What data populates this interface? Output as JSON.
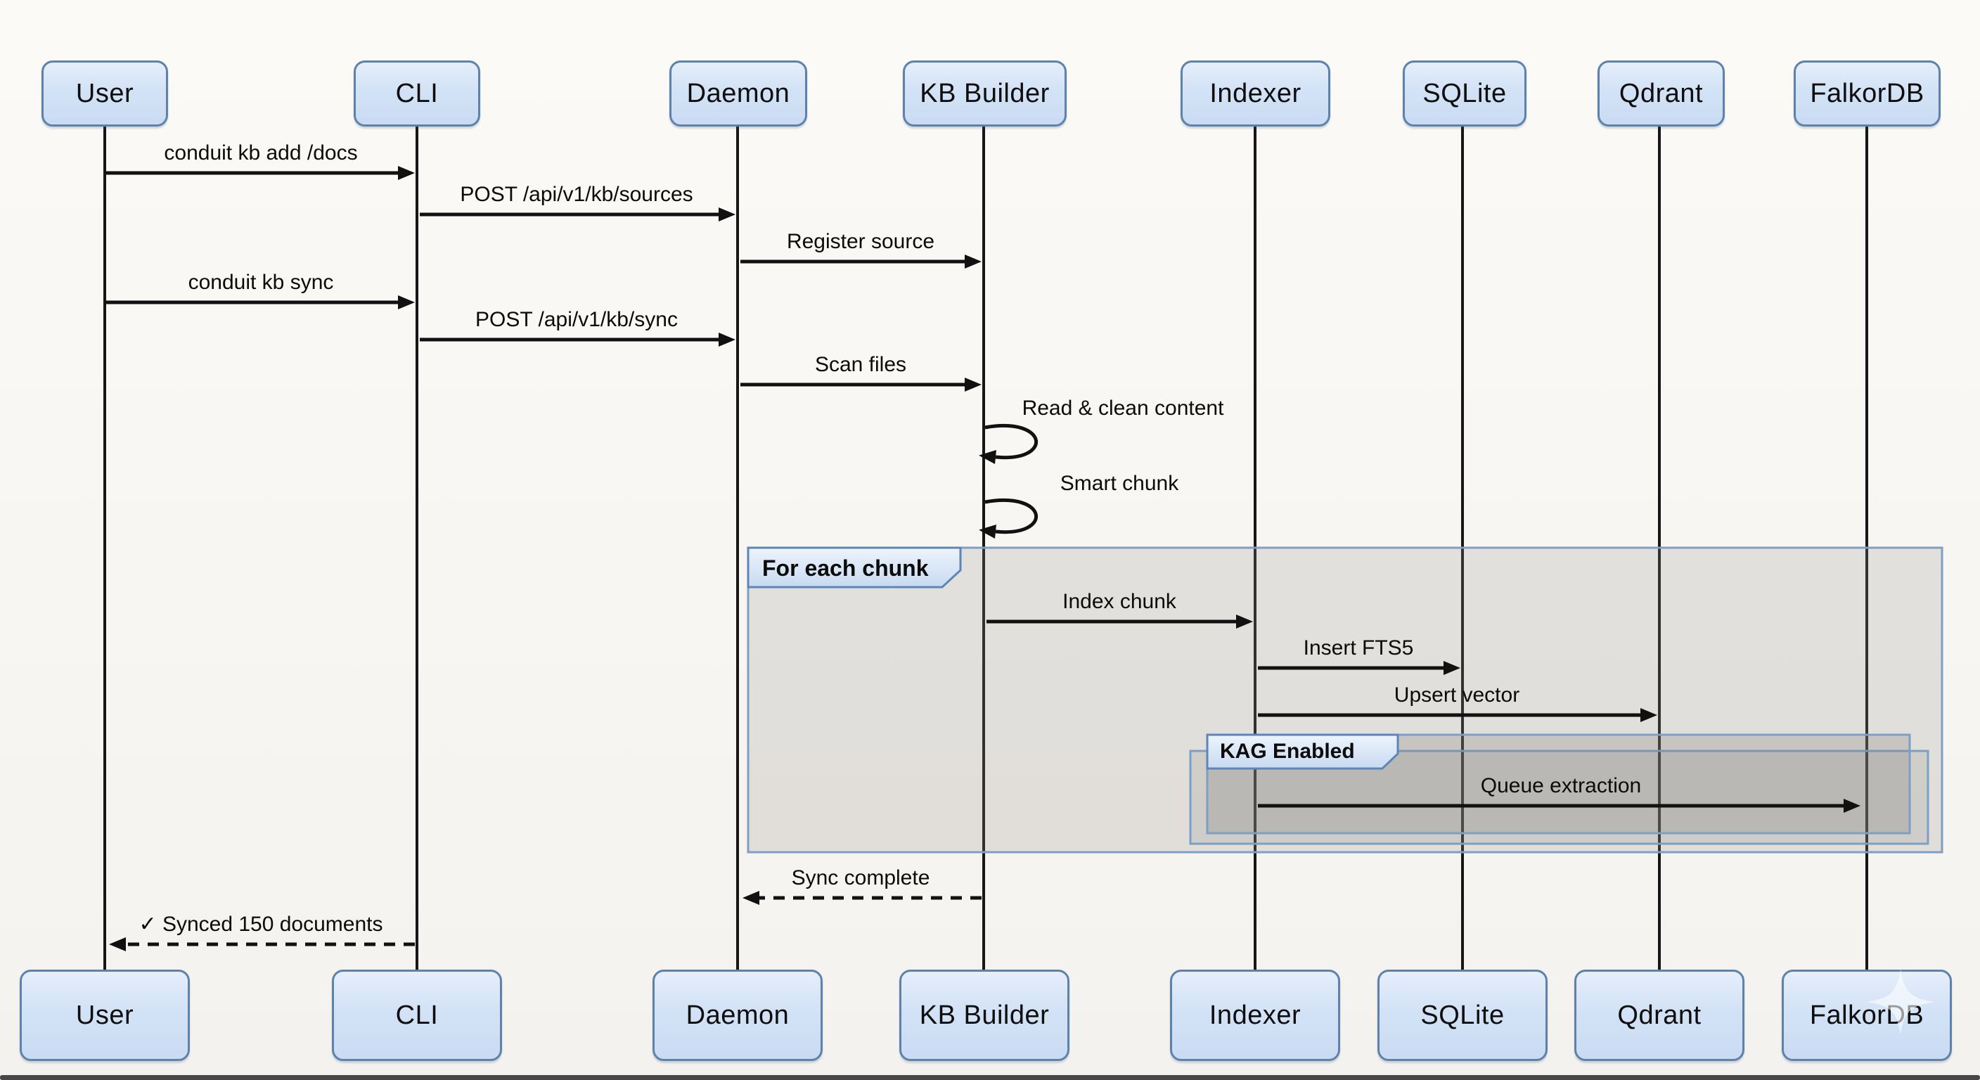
{
  "diagram": {
    "type": "sequence-diagram",
    "actors": [
      {
        "name": "User"
      },
      {
        "name": "CLI"
      },
      {
        "name": "Daemon"
      },
      {
        "name": "KB Builder"
      },
      {
        "name": "Indexer"
      },
      {
        "name": "SQLite"
      },
      {
        "name": "Qdrant"
      },
      {
        "name": "FalkorDB"
      }
    ],
    "messages": [
      {
        "label": "conduit kb add /docs",
        "from": "User",
        "to": "CLI",
        "style": "solid"
      },
      {
        "label": "POST /api/v1/kb/sources",
        "from": "CLI",
        "to": "Daemon",
        "style": "solid"
      },
      {
        "label": "Register source",
        "from": "Daemon",
        "to": "KB Builder",
        "style": "solid"
      },
      {
        "label": "conduit kb sync",
        "from": "User",
        "to": "CLI",
        "style": "solid"
      },
      {
        "label": "POST /api/v1/kb/sync",
        "from": "CLI",
        "to": "Daemon",
        "style": "solid"
      },
      {
        "label": "Scan files",
        "from": "Daemon",
        "to": "KB Builder",
        "style": "solid"
      },
      {
        "label": "Read & clean content",
        "from": "KB Builder",
        "to": "KB Builder",
        "style": "self-loop"
      },
      {
        "label": "Smart chunk",
        "from": "KB Builder",
        "to": "KB Builder",
        "style": "self-loop"
      },
      {
        "label": "Index chunk",
        "from": "KB Builder",
        "to": "Indexer",
        "style": "solid"
      },
      {
        "label": "Insert FTS5",
        "from": "Indexer",
        "to": "SQLite",
        "style": "solid"
      },
      {
        "label": "Upsert vector",
        "from": "Indexer",
        "to": "Qdrant",
        "style": "solid"
      },
      {
        "label": "Queue extraction",
        "from": "Indexer",
        "to": "FalkorDB",
        "style": "solid"
      },
      {
        "label": "Sync complete",
        "from": "KB Builder",
        "to": "Daemon",
        "style": "dashed"
      },
      {
        "label": "✓ Synced 150 documents",
        "from": "CLI",
        "to": "User",
        "style": "dashed"
      }
    ],
    "fragments": [
      {
        "label": "For each chunk",
        "kind": "loop"
      },
      {
        "label": "KAG Enabled",
        "kind": "opt"
      }
    ],
    "colors": {
      "background": "#f8f6f2",
      "actor_fill": "#d4e3f6",
      "actor_border": "#5f82aa",
      "fragment_border": "#7e9fc4",
      "fragment_fill_gray": "#e4e2de",
      "nested_fragment_fill": "#cbc9c5",
      "line_color": "#111111"
    }
  }
}
